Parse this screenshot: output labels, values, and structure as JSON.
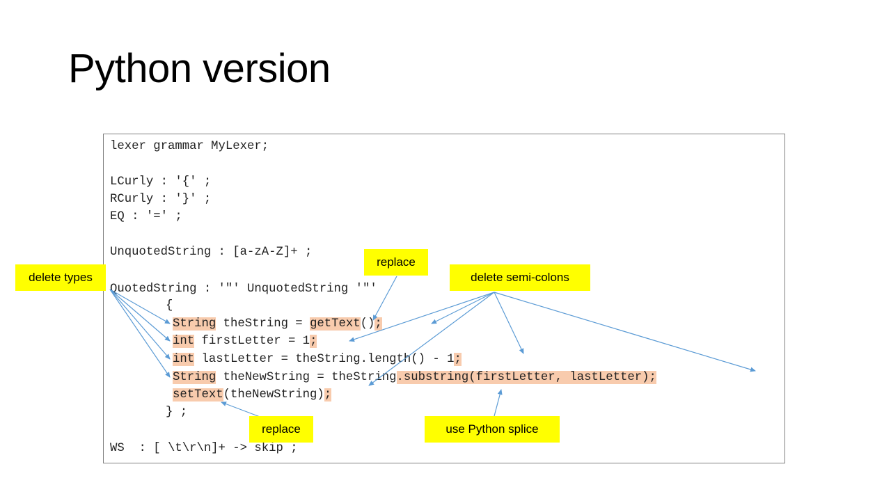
{
  "slide": {
    "title": "Python version"
  },
  "code": {
    "line1": "lexer grammar MyLexer;",
    "line2": "LCurly : '{' ;",
    "line3": "RCurly : '}' ;",
    "line4": "EQ : '=' ;",
    "line5": "UnquotedString : [a-zA-Z]+ ;",
    "line6": "QuotedString : '\"' UnquotedString '\"'",
    "line7": "{",
    "line8": {
      "t1": "String",
      "t2": " theString = ",
      "t3": "getText",
      "t4": "()",
      "t5": ";"
    },
    "line9": {
      "t1": "int",
      "t2": " firstLetter = 1",
      "t3": ";"
    },
    "line10": {
      "t1": "int",
      "t2": " lastLetter = theString.length() - 1",
      "t3": ";"
    },
    "line11": {
      "t1": "String",
      "t2": " theNewString = theString",
      "t3": ".substring(firstLetter, lastLetter)",
      "t4": ";"
    },
    "line12": {
      "t1": "setText",
      "t2": "(theNewString)",
      "t3": ";"
    },
    "line13": "} ;",
    "line14": "WS  : [ \\t\\r\\n]+ -> skip ;"
  },
  "callouts": {
    "delete_types": "delete types",
    "replace_top": "replace",
    "delete_semicolons": "delete semi-colons",
    "replace_bottom": "replace",
    "use_python_splice": "use Python splice"
  },
  "colors": {
    "highlight": "#f8cbad",
    "callout": "#ffff00",
    "arrow": "#5b9bd5"
  }
}
